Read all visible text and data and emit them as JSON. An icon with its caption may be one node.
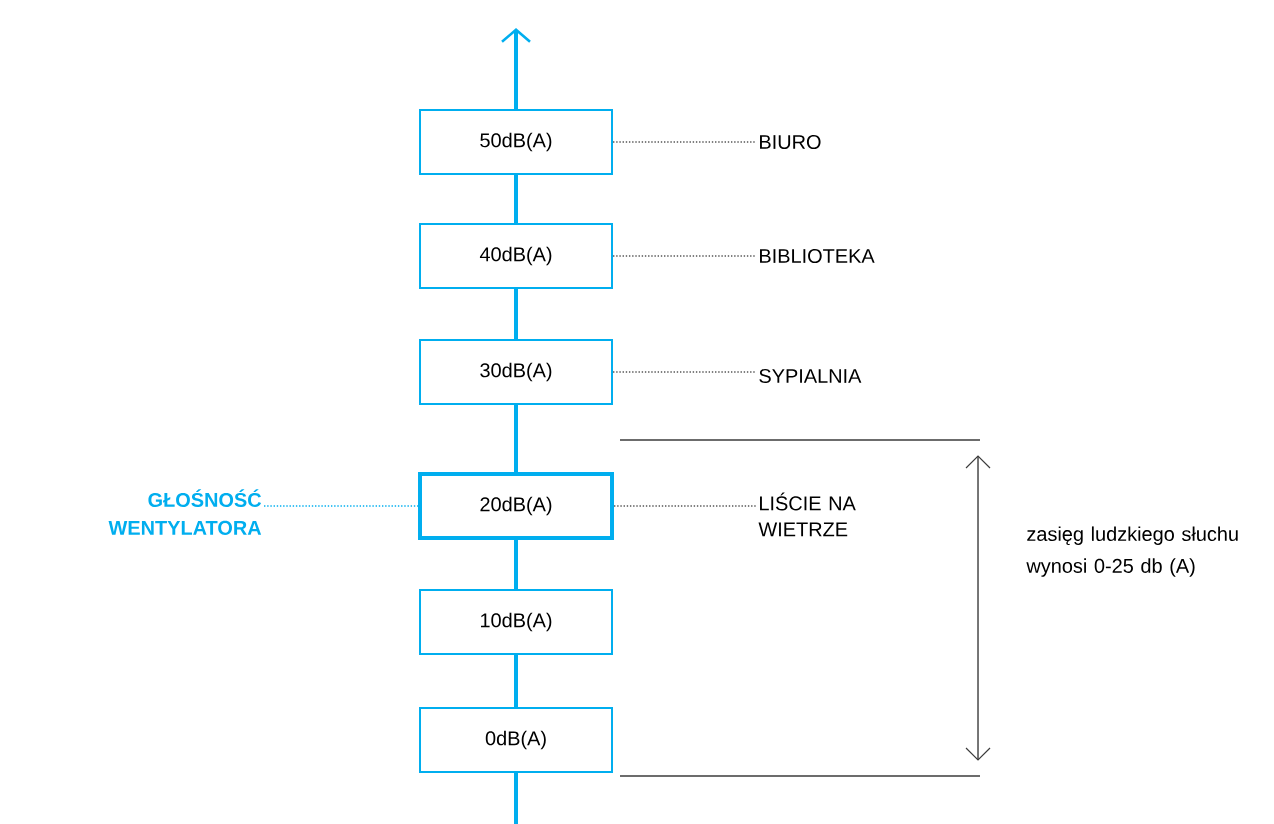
{
  "diagram": {
    "nodes": [
      {
        "text": [
          "50dB(A)"
        ]
      },
      {
        "text": [
          "40dB(A)"
        ]
      },
      {
        "text": [
          "30dB(A)"
        ]
      },
      {
        "text": [
          "20dB(A)"
        ]
      },
      {
        "text": [
          "10dB(A)"
        ]
      },
      {
        "text": [
          "0dB(A)"
        ]
      },
      {
        "text": [
          "BIURO"
        ]
      },
      {
        "text": [
          "BIBLIOTEKA"
        ]
      },
      {
        "text": [
          "SYPIALNIA"
        ]
      },
      {
        "text": [
          "LIŚCIE NA WIETRZE"
        ]
      },
      {
        "text": [
          "GŁOŚNOŚĆ WENTYLATORA"
        ]
      }
    ],
    "edges": [
      {
        "from": 0,
        "to": null,
        "arrow": "to",
        "color": "#00aeef"
      },
      {
        "from": 1,
        "to": 0,
        "arrow": "none",
        "color": "#00aeef"
      },
      {
        "from": 2,
        "to": 1,
        "arrow": "none",
        "color": "#00aeef"
      },
      {
        "from": 3,
        "to": 2,
        "arrow": "none",
        "color": "#00aeef"
      },
      {
        "from": 4,
        "to": 3,
        "arrow": "none",
        "color": "#00aeef"
      },
      {
        "from": 5,
        "to": 4,
        "arrow": "none",
        "color": "#00aeef"
      },
      {
        "from": 5,
        "to": null,
        "arrow": "none",
        "color": "#00aeef"
      },
      {
        "from": 0,
        "to": 6,
        "arrow": "none",
        "style": "dashed",
        "color": "#555555"
      },
      {
        "from": 1,
        "to": 7,
        "arrow": "none",
        "style": "dashed",
        "color": "#555555"
      },
      {
        "from": 2,
        "to": 8,
        "arrow": "none",
        "style": "dashed",
        "color": "#555555"
      },
      {
        "from": 3,
        "to": 9,
        "arrow": "none",
        "style": "dashed",
        "color": "#555555"
      },
      {
        "from": 10,
        "to": 3,
        "arrow": "none",
        "style": "dashed",
        "color": "#00aeef"
      }
    ],
    "labels": [
      "zasięg ludzkiego słuchu wynosi 0-25 db (A)"
    ]
  }
}
